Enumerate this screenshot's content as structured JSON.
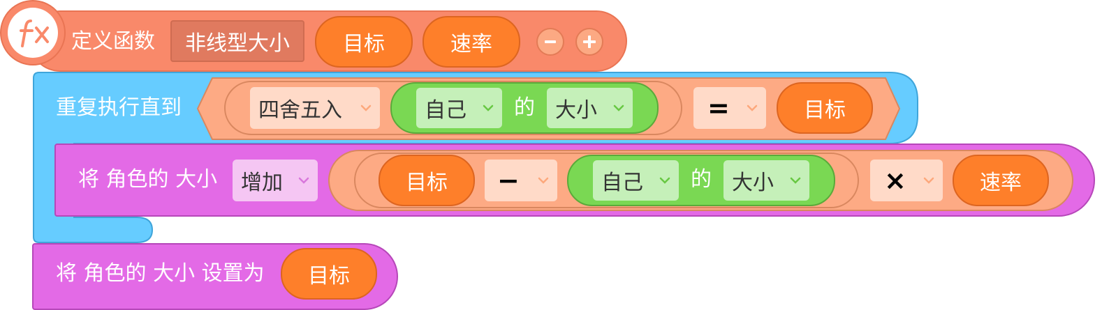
{
  "define_block": {
    "keyword": "定义函数",
    "function_name": "非线型大小",
    "params": [
      "目标",
      "速率"
    ],
    "minus_symbol": "−",
    "plus_symbol": "+",
    "icon": "function-fx-icon"
  },
  "repeat_block": {
    "label": "重复执行直到",
    "round_dropdown": "四舍五入",
    "self_dropdown": "自己",
    "of_text": "的",
    "property_dropdown": "大小",
    "compare_operator": "=",
    "target_var": "目标"
  },
  "change_block": {
    "label": "将 角色的 大小",
    "mode_dropdown": "增加",
    "target_var": "目标",
    "minus_operator": "−",
    "self_dropdown": "自己",
    "of_text": "的",
    "property_dropdown": "大小",
    "times_operator": "×",
    "rate_var": "速率"
  },
  "set_block": {
    "label": "将 角色的 大小 设置为",
    "target_var": "目标"
  },
  "colors": {
    "function_orange": "#f9896a",
    "control_blue": "#66ccff",
    "looks_pink": "#e36ae6",
    "variable_orange": "#fe7f2a",
    "operator_green": "#7ad853",
    "operator_peach": "#fdaa84"
  }
}
